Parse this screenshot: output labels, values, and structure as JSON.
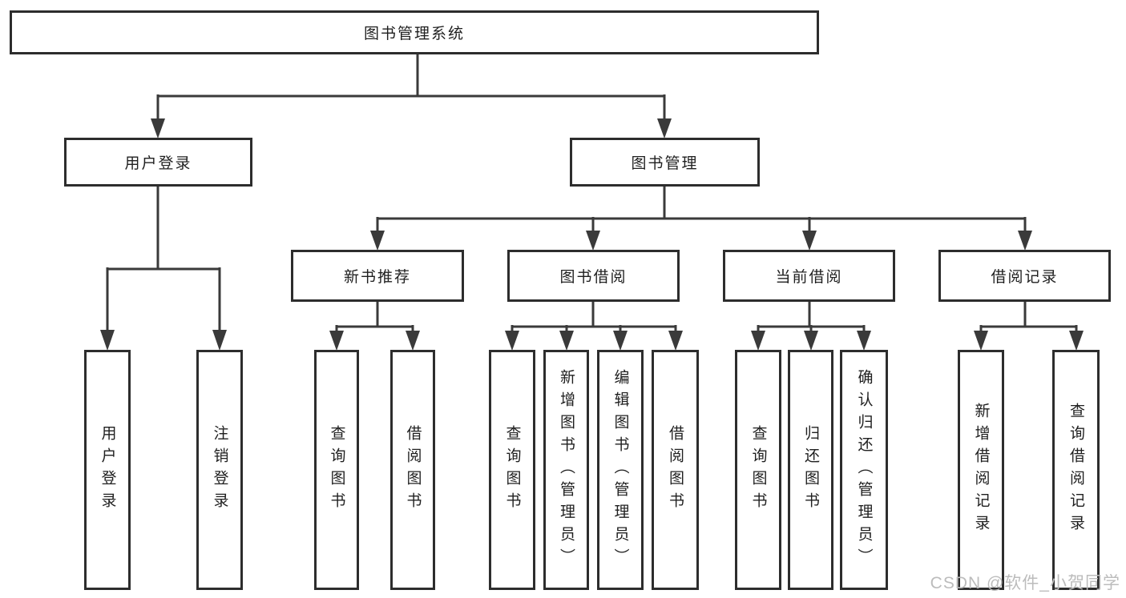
{
  "diagram": {
    "root": {
      "label": "图书管理系统"
    },
    "branches": [
      {
        "label": "用户登录",
        "children": [
          {
            "label": "用户登录"
          },
          {
            "label": "注销登录"
          }
        ]
      },
      {
        "label": "图书管理",
        "modules": [
          {
            "label": "新书推荐",
            "children": [
              {
                "label": "查询图书"
              },
              {
                "label": "借阅图书"
              }
            ]
          },
          {
            "label": "图书借阅",
            "children": [
              {
                "label": "查询图书"
              },
              {
                "label": "新增图书（管理员）"
              },
              {
                "label": "编辑图书（管理员）"
              },
              {
                "label": "借阅图书"
              }
            ]
          },
          {
            "label": "当前借阅",
            "children": [
              {
                "label": "查询图书"
              },
              {
                "label": "归还图书"
              },
              {
                "label": "确认归还（管理员）"
              }
            ]
          },
          {
            "label": "借阅记录",
            "children": [
              {
                "label": "新增借阅记录"
              },
              {
                "label": "查询借阅记录"
              }
            ]
          }
        ]
      }
    ]
  },
  "watermark": {
    "text": "CSDN @软件_小贺同学"
  },
  "colors": {
    "line": "#3a3a3a",
    "border": "#2d2d2d",
    "text": "#1f1f1f",
    "watermark": "#bcbcbc",
    "background": "#ffffff"
  }
}
